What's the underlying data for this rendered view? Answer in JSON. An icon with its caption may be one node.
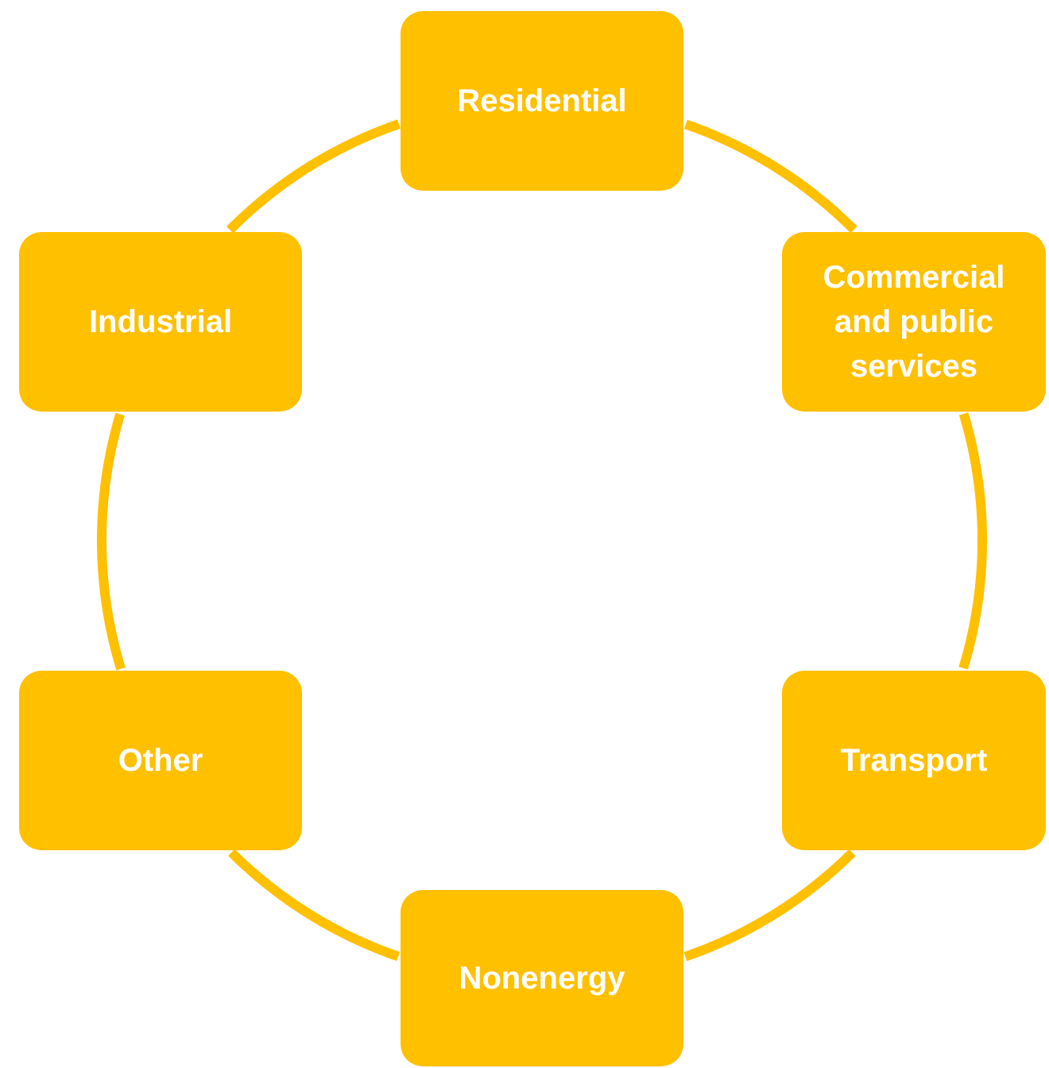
{
  "diagram": {
    "nodes": [
      {
        "text": [
          "Residential"
        ]
      },
      {
        "text": [
          "Commercial and public services"
        ]
      },
      {
        "text": [
          "Transport"
        ]
      },
      {
        "text": [
          "Nonenergy"
        ]
      },
      {
        "text": [
          "Other"
        ]
      },
      {
        "text": [
          "Industrial"
        ]
      }
    ],
    "edges": [
      {
        "from": 0,
        "to": 1,
        "arrow": "none"
      },
      {
        "from": 1,
        "to": 2,
        "arrow": "none"
      },
      {
        "from": 2,
        "to": 3,
        "arrow": "none"
      },
      {
        "from": 3,
        "to": 4,
        "arrow": "none"
      },
      {
        "from": 4,
        "to": 5,
        "arrow": "none"
      },
      {
        "from": 5,
        "to": 0,
        "arrow": "none"
      }
    ]
  }
}
